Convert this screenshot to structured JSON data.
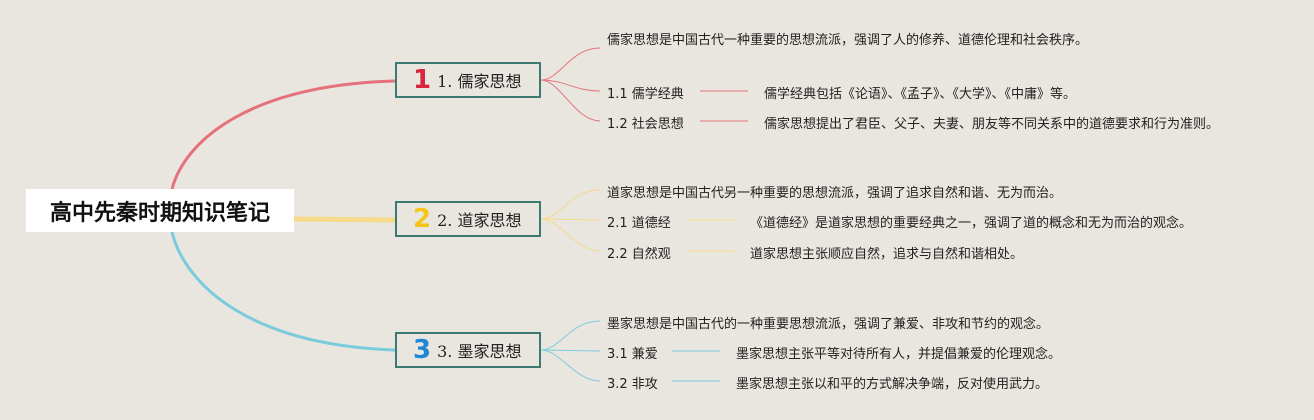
{
  "root": {
    "title": "高中先秦时期知识笔记"
  },
  "branches": [
    {
      "badge": "1",
      "badge_color": "#d7263d",
      "line_color": "#e5727a",
      "label": "1. 儒家思想",
      "desc": "儒家思想是中国古代一种重要的思想流派，强调了人的修养、道德伦理和社会秩序。",
      "subs": [
        {
          "label": "1.1 儒学经典",
          "text": "儒学经典包括《论语》、《孟子》、《大学》、《中庸》等。"
        },
        {
          "label": "1.2 社会思想",
          "text": "儒家思想提出了君臣、父子、夫妻、朋友等不同关系中的道德要求和行为准则。"
        }
      ]
    },
    {
      "badge": "2",
      "badge_color": "#f5c518",
      "line_color": "#f6d98a",
      "label": "2. 道家思想",
      "desc": "道家思想是中国古代另一种重要的思想流派，强调了追求自然和谐、无为而治。",
      "subs": [
        {
          "label": "2.1 道德经",
          "text": "《道德经》是道家思想的重要经典之一，强调了道的概念和无为而治的观念。"
        },
        {
          "label": "2.2 自然观",
          "text": "道家思想主张顺应自然，追求与自然和谐相处。"
        }
      ]
    },
    {
      "badge": "3",
      "badge_color": "#1e88d6",
      "line_color": "#7ccbdc",
      "label": "3. 墨家思想",
      "desc": "墨家思想是中国古代的一种重要思想流派，强调了兼爱、非攻和节约的观念。",
      "subs": [
        {
          "label": "3.1 兼爱",
          "text": "墨家思想主张平等对待所有人，并提倡兼爱的伦理观念。"
        },
        {
          "label": "3.2 非攻",
          "text": "墨家思想主张以和平的方式解决争端，反对使用武力。"
        }
      ]
    }
  ]
}
